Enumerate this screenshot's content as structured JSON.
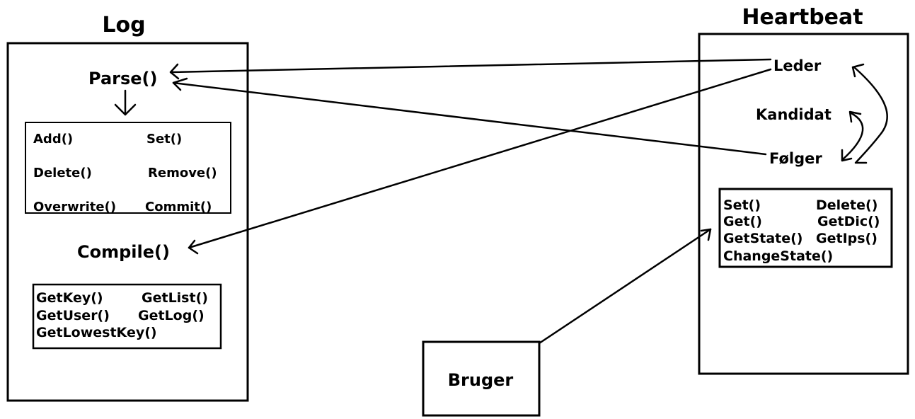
{
  "log": {
    "title": "Log",
    "parse": "Parse()",
    "compile": "Compile()",
    "parse_methods": [
      "Add()",
      "Set()",
      "Delete()",
      "Remove()",
      "Overwrite()",
      "Commit()"
    ],
    "compile_methods": [
      "GetKey()",
      "GetList()",
      "GetUser()",
      "GetLog()",
      "GetLowestKey()"
    ]
  },
  "heartbeat": {
    "title": "Heartbeat",
    "states": [
      "Leder",
      "Kandidat",
      "Følger"
    ],
    "methods": [
      "Set()",
      "Delete()",
      "Get()",
      "GetDic()",
      "GetState()",
      "GetIps()",
      "ChangeState()"
    ]
  },
  "bruger": {
    "label": "Bruger"
  }
}
